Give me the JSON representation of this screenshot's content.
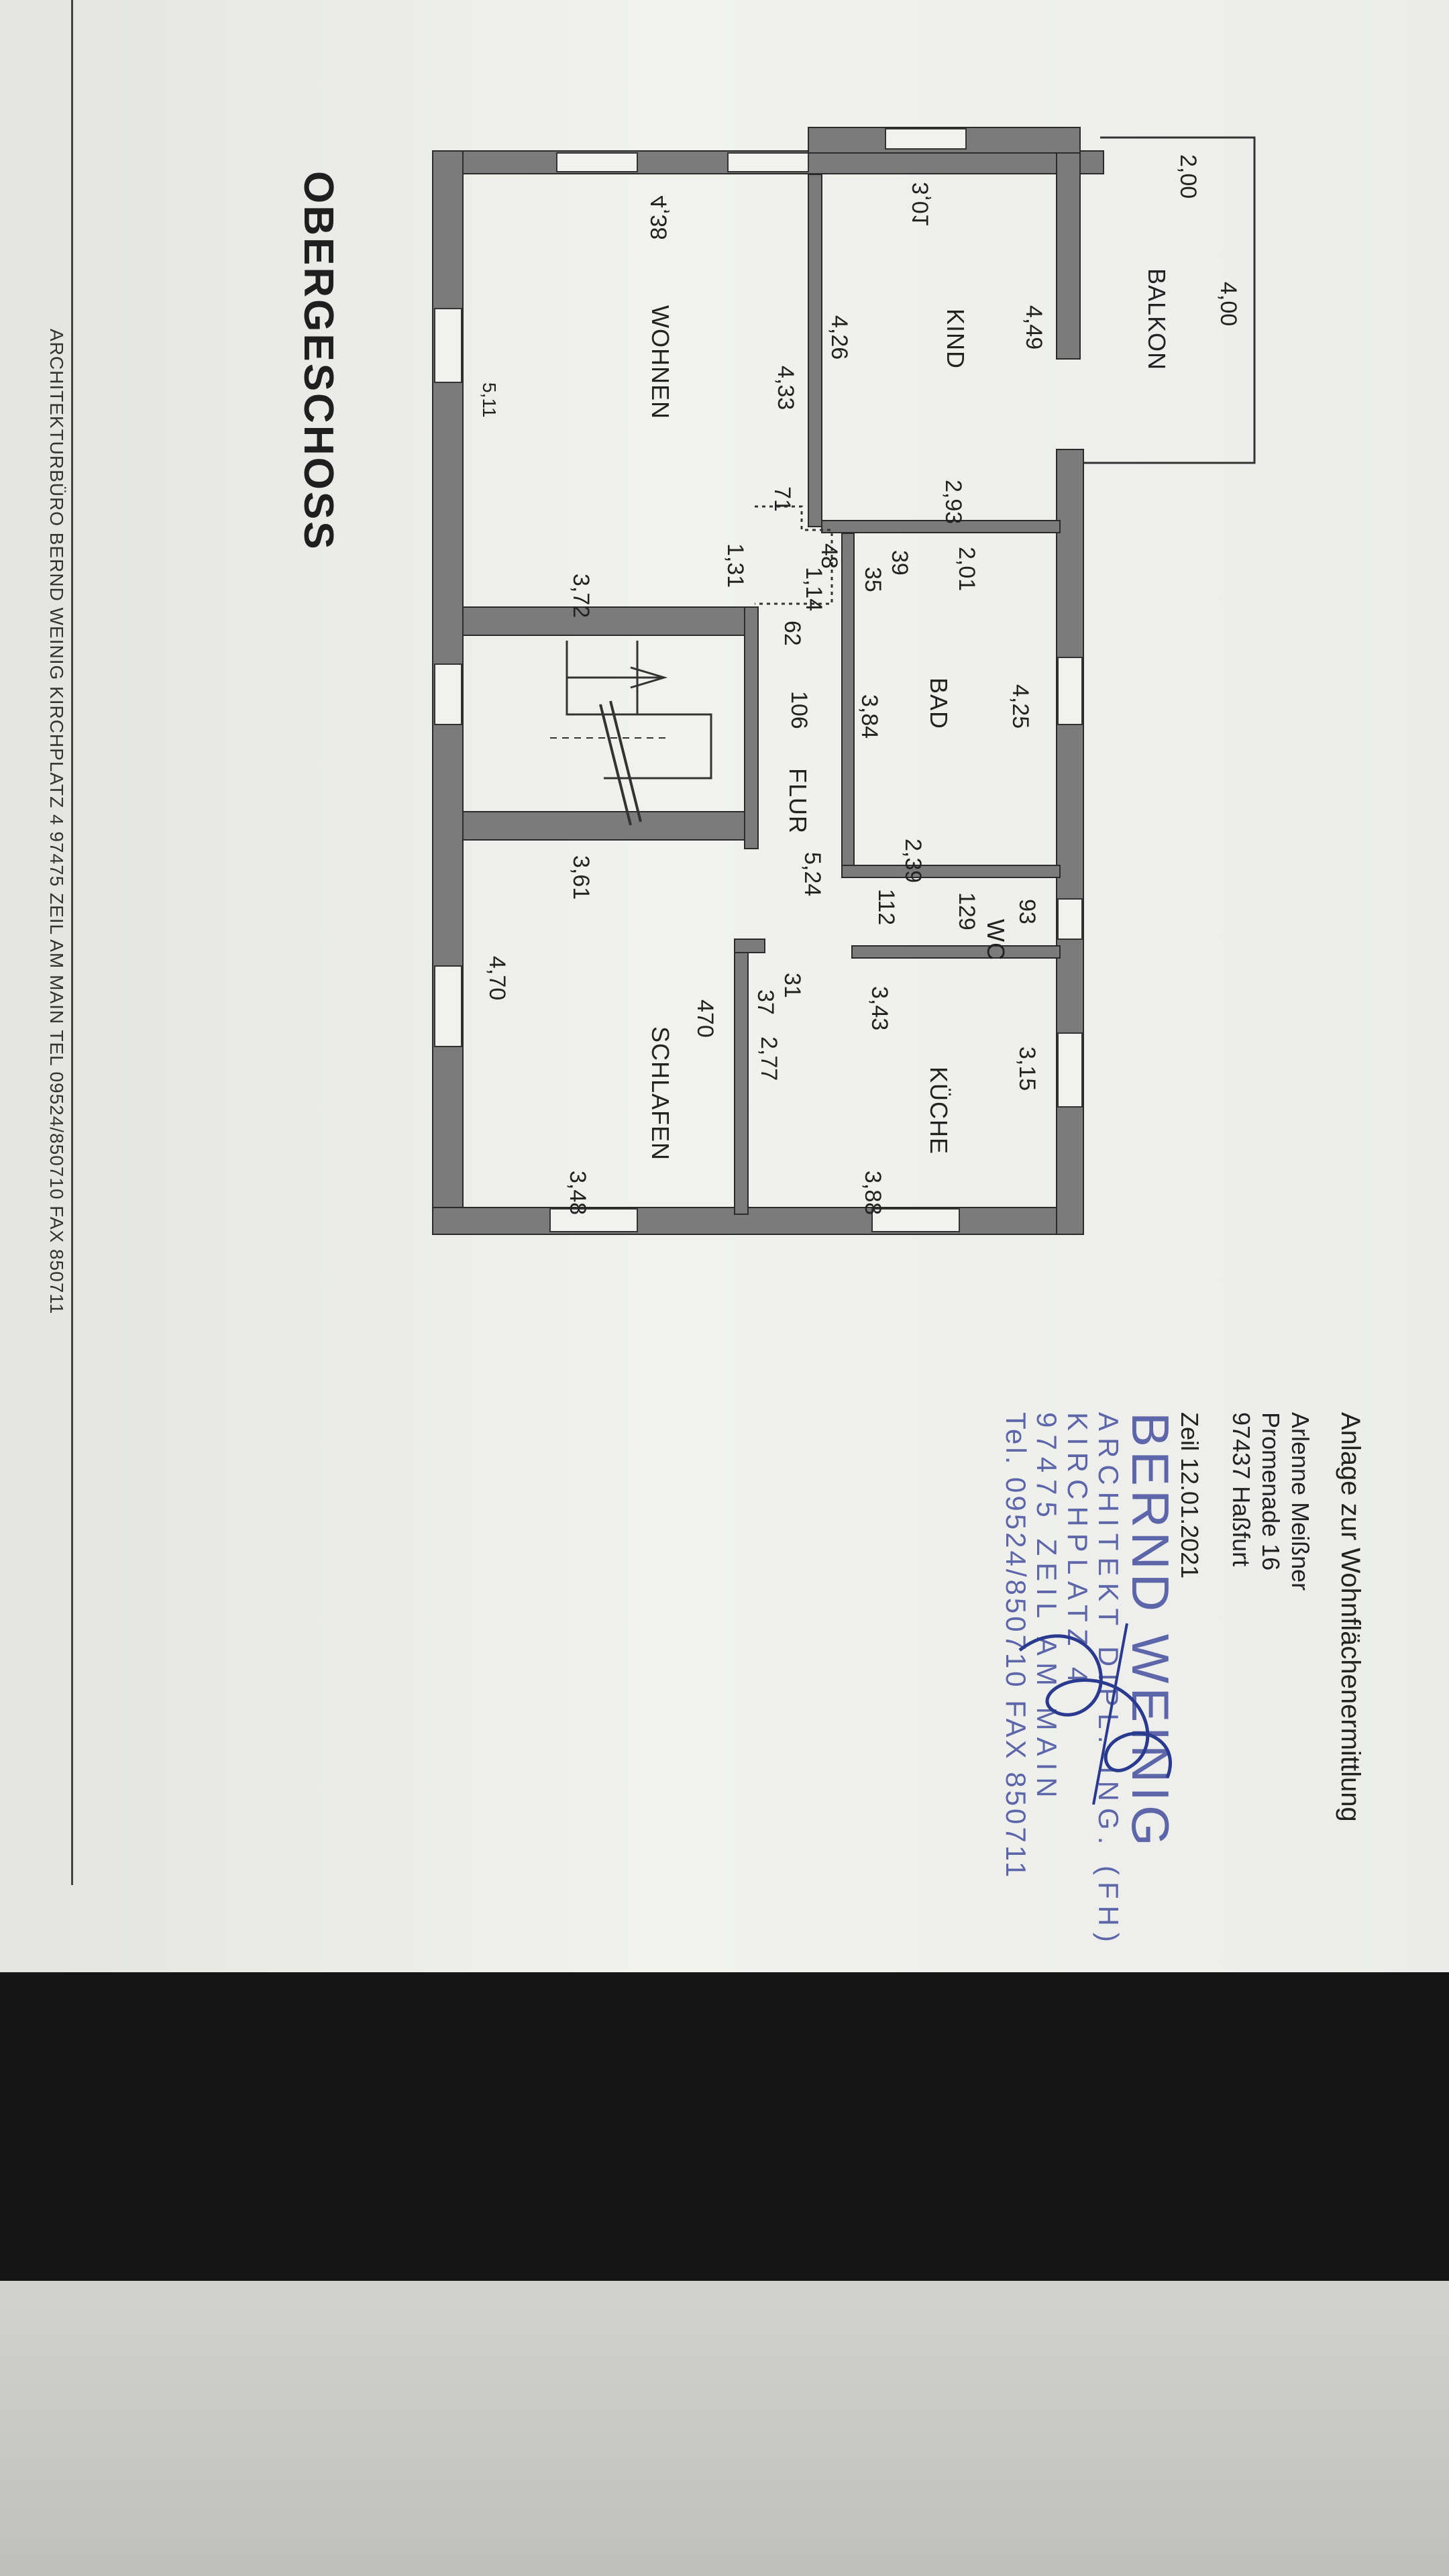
{
  "plan": {
    "title": "OBERGESCHOSS",
    "rooms": {
      "balkon": "BALKON",
      "kind": "KIND",
      "wohnen": "WOHNEN",
      "bad": "BAD",
      "flur": "FLUR",
      "wc": "WC",
      "kueche": "KÜCHE",
      "schlafen": "SCHLAFEN"
    },
    "dimensions": {
      "balkon_depth": "2,00",
      "balkon_width": "4,00",
      "kind_top": "3,01",
      "kind_left": "4,49",
      "kind_right": "4,26",
      "kind_bottom": "2,93",
      "wohnen_top": "4,38",
      "wohnen_left": "4,33",
      "wohnen_right": "5,11",
      "wohnen_bottom": "3,72",
      "niche_71": "71",
      "niche_131": "1,31",
      "niche_48": "48",
      "niche_114": "1,14",
      "niche_62": "62",
      "bad_39": "39",
      "bad_35": "35",
      "bad_top": "2,01",
      "bad_left": "3,84",
      "bad_right": "4,25",
      "bad_bottom": "2,39",
      "flur_106": "106",
      "flur_len": "5,24",
      "flur_112": "112",
      "wc_129": "129",
      "wc_93": "93",
      "kueche_top": "3,43",
      "kueche_right": "3,15",
      "kueche_bottom": "3,88",
      "flur_31": "31",
      "flur_37": "37",
      "flur_470": "470",
      "flur_277": "2,77",
      "schlafen_top": "3,61",
      "schlafen_right": "4,70",
      "schlafen_bottom": "3,48"
    }
  },
  "info": {
    "heading": "Anlage zur Wohnflächenermittlung",
    "client_name": "Arlenne Meißner",
    "client_street": "Promenade 16",
    "client_city": "97437 Haßfurt",
    "date_line": "Zeil 12.01.2021"
  },
  "stamp": {
    "name": "BERND WEINIG",
    "title": "ARCHITEKT DIPL.-ING. (FH)",
    "street": "KIRCHPLATZ 4",
    "city": "97475 ZEIL AM MAIN",
    "phone": "Tel. 09524/850710 FAX 850711",
    "color": "#5d66a8"
  },
  "footer": {
    "text": "ARCHITEKTURBÜRO BERND WEINIG KIRCHPLATZ 4 97475 ZEIL AM MAIN TEL 09524/850710 FAX 850711"
  },
  "colors": {
    "wall_fill": "#7b7b7b",
    "wall_stroke": "#2b2b2b"
  }
}
